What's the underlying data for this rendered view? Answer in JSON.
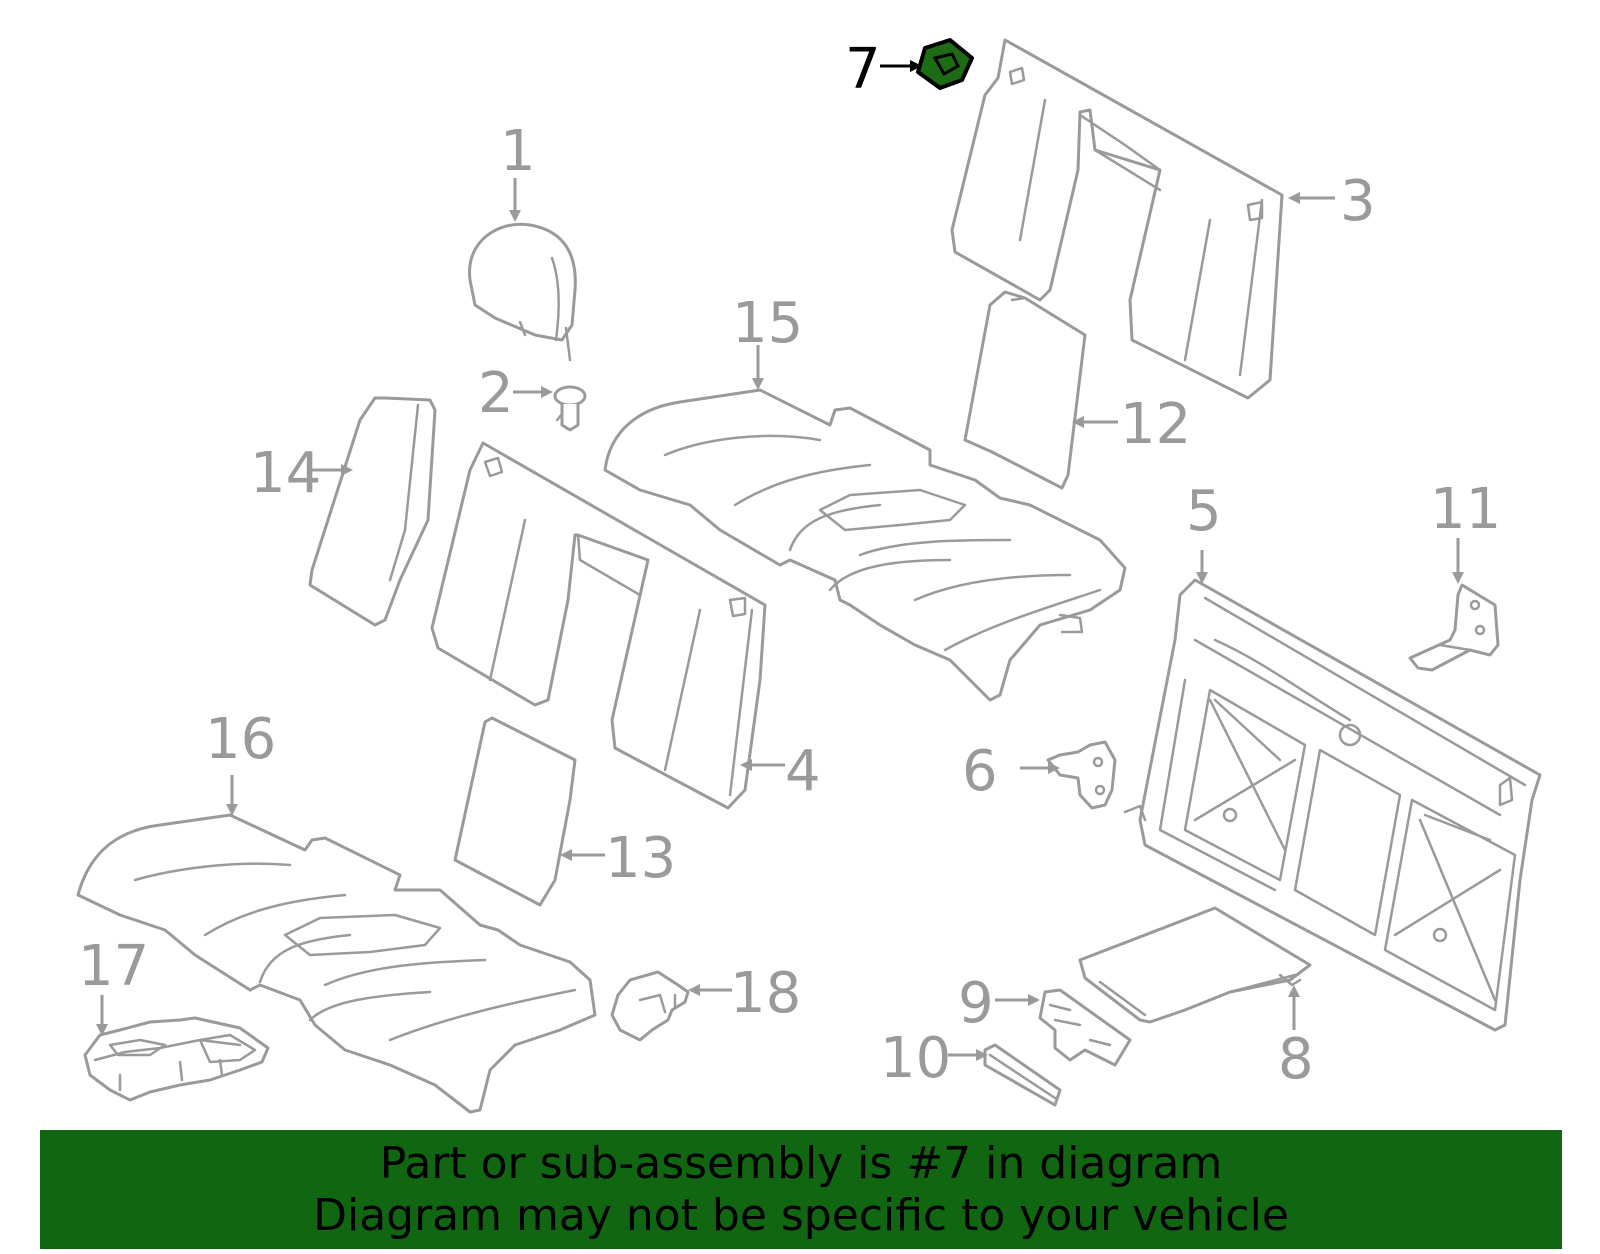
{
  "diagram": {
    "highlight_color": "#1e6b16",
    "line_color": "#9a9a9a",
    "callouts": [
      {
        "num": "1",
        "part": "headrest"
      },
      {
        "num": "2",
        "part": "headrest-guide"
      },
      {
        "num": "3",
        "part": "seat-back-cover-right"
      },
      {
        "num": "4",
        "part": "seat-back-cover-left"
      },
      {
        "num": "5",
        "part": "seat-back-frame"
      },
      {
        "num": "6",
        "part": "hinge-bracket"
      },
      {
        "num": "7",
        "part": "cap",
        "highlighted": true
      },
      {
        "num": "8",
        "part": "armrest-panel"
      },
      {
        "num": "9",
        "part": "bracket"
      },
      {
        "num": "10",
        "part": "trim-strip"
      },
      {
        "num": "11",
        "part": "mount-bracket"
      },
      {
        "num": "12",
        "part": "seat-back-pad-right"
      },
      {
        "num": "13",
        "part": "seat-back-pad-left"
      },
      {
        "num": "14",
        "part": "side-bolster"
      },
      {
        "num": "15",
        "part": "cushion-cover-upper"
      },
      {
        "num": "16",
        "part": "cushion-cover-lower"
      },
      {
        "num": "17",
        "part": "cushion-pad"
      },
      {
        "num": "18",
        "part": "clip"
      }
    ]
  },
  "banner": {
    "line1": "Part or sub-assembly is #7 in diagram",
    "line2": "Diagram may not be specific to your vehicle",
    "background": "#116611"
  }
}
